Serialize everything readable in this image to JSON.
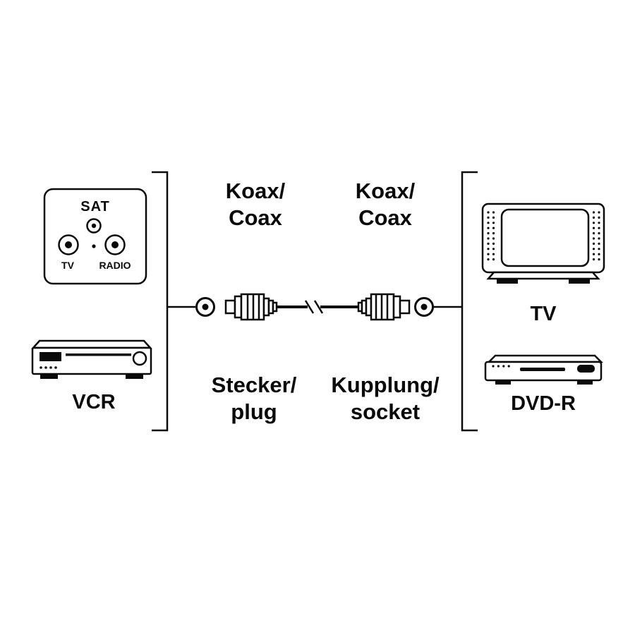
{
  "labels": {
    "koax_left": {
      "line1": "Koax/",
      "line2": "Coax"
    },
    "koax_right": {
      "line1": "Koax/",
      "line2": "Coax"
    },
    "plug": {
      "line1": "Stecker/",
      "line2": "plug"
    },
    "socket": {
      "line1": "Kupplung/",
      "line2": "socket"
    }
  },
  "devices": {
    "sat_socket": {
      "name": "SAT",
      "port_left": "TV",
      "port_right": "RADIO"
    },
    "vcr": {
      "label": "VCR"
    },
    "tv": {
      "label": "TV"
    },
    "dvd": {
      "label": "DVD-R"
    }
  },
  "colors": {
    "ink": "#0a0a0a",
    "background": "#ffffff"
  }
}
